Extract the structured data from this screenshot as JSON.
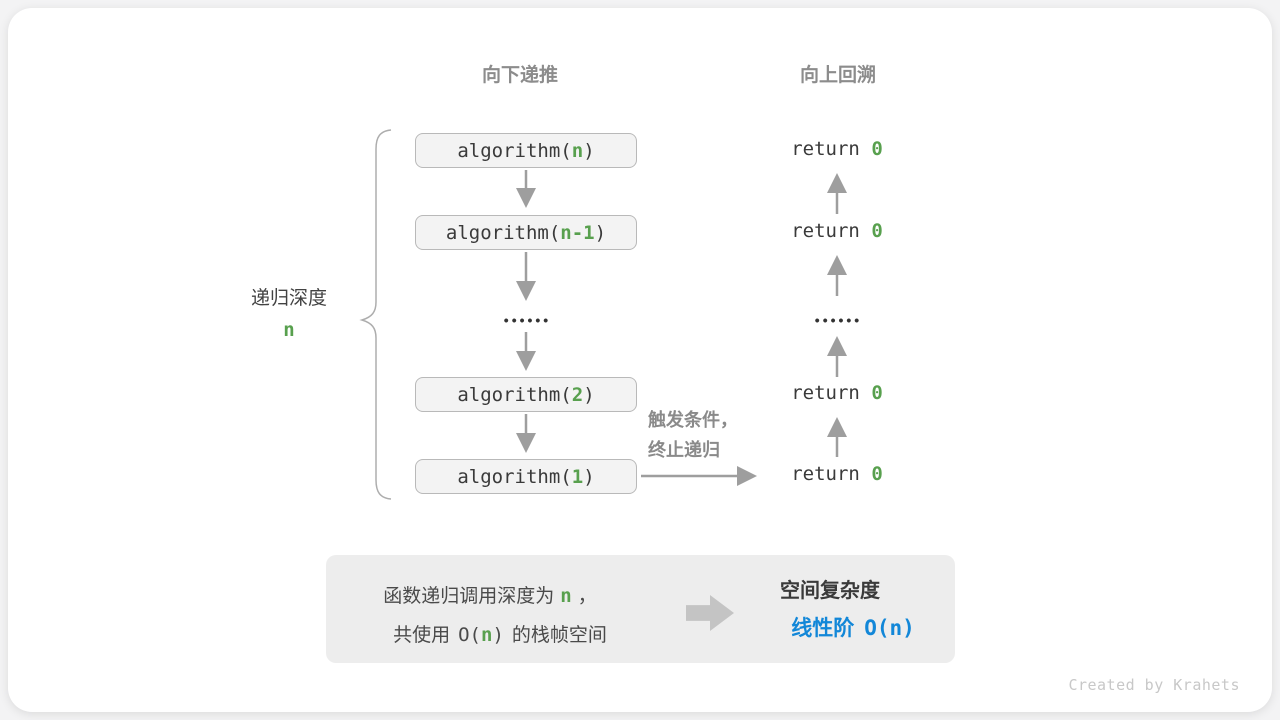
{
  "colors": {
    "green": "#58a04e",
    "blue": "#1287d8",
    "arrow_gray": "#9e9e9e",
    "header_gray": "#8c8c8c",
    "box_bg": "#f3f3f3",
    "box_border": "#b9b9b9",
    "summary_bg": "#ededed",
    "text_dark": "#3a3a3a"
  },
  "headers": {
    "down": "向下递推",
    "up": "向上回溯"
  },
  "depth": {
    "label": "递归深度",
    "value": "n"
  },
  "stack": {
    "boxes": [
      {
        "pre": "algorithm(",
        "arg": "n",
        "post": ")"
      },
      {
        "pre": "algorithm(",
        "arg": "n-1",
        "post": ")"
      },
      {
        "pre": "algorithm(",
        "arg": "2",
        "post": ")"
      },
      {
        "pre": "algorithm(",
        "arg": "1",
        "post": ")"
      }
    ],
    "dots": "••••••"
  },
  "returns": {
    "items": [
      {
        "pre": "return ",
        "val": "0"
      },
      {
        "pre": "return ",
        "val": "0"
      },
      {
        "pre": "return ",
        "val": "0"
      },
      {
        "pre": "return ",
        "val": "0"
      }
    ],
    "dots": "••••••"
  },
  "trigger": {
    "line1": "触发条件，",
    "line2": "终止递归"
  },
  "summary": {
    "left": {
      "l1_text": "函数递归调用深度为",
      "l1_var": "n",
      "l1_punct": "，",
      "l2_pre": "共使用",
      "l2_open": "O(",
      "l2_var": "n",
      "l2_close": ")",
      "l2_post": "的栈帧空间"
    },
    "right": {
      "title": "空间复杂度",
      "label": "线性阶",
      "value": "O(n)"
    }
  },
  "footer": {
    "credit": "Created by Krahets"
  }
}
